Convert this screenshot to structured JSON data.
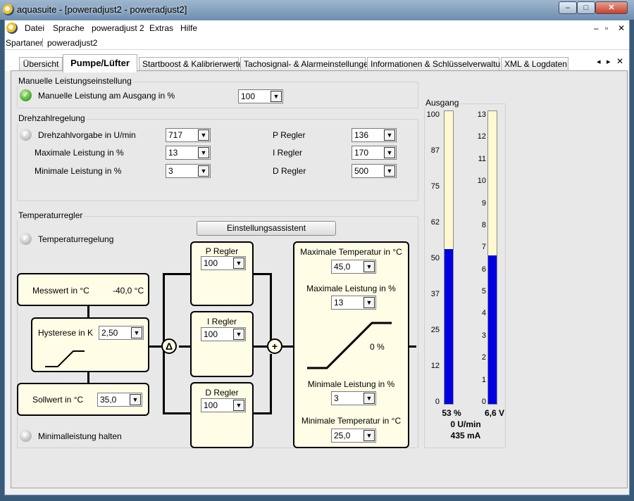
{
  "window": {
    "title": "aquasuite - [poweradjust2 - poweradjust2]",
    "min": "–",
    "max": "□",
    "close": "✕"
  },
  "menu": {
    "items": [
      "Datei",
      "Sprache",
      "poweradjust 2",
      "Extras",
      "Hilfe"
    ],
    "mdi": [
      "–",
      "▫",
      "✕"
    ]
  },
  "breadcrumb": [
    "Spartaner",
    "poweradjust2"
  ],
  "tabs": [
    "Übersicht",
    "Pumpe/Lüfter",
    "Startboost & Kalibrierwerte",
    "Tachosignal- & Alarmeinstellungen",
    "Informationen & Schlüsselverwaltung",
    "XML & Logdaten"
  ],
  "tab_nav": [
    "◂",
    "▸",
    "✕"
  ],
  "manual": {
    "group": "Manuelle Leistungseinstellung",
    "label": "Manuelle Leistung am Ausgang in %",
    "value": "100",
    "enabled": true
  },
  "speed": {
    "group": "Drehzahlregelung",
    "target_label": "Drehzahlvorgabe in U/min",
    "target": "717",
    "max_label": "Maximale Leistung in %",
    "max": "13",
    "min_label": "Minimale Leistung in %",
    "min": "3",
    "p_label": "P Regler",
    "p": "136",
    "i_label": "I Regler",
    "i": "170",
    "d_label": "D Regler",
    "d": "500",
    "enabled": false
  },
  "temp": {
    "group": "Temperaturregler",
    "assistant": "Einstellungsassistent",
    "enable_label": "Temperaturregelung",
    "measured_label": "Messwert in °C",
    "measured": "-40,0 °C",
    "hyst_label": "Hysterese in K",
    "hyst": "2,50",
    "setpoint_label": "Sollwert in °C",
    "setpoint": "35,0",
    "p_label": "P Regler",
    "p": "100",
    "i_label": "I Regler",
    "i": "100",
    "d_label": "D Regler",
    "d": "100",
    "delta": "Δ",
    "plus": "+",
    "max_temp_label": "Maximale Temperatur in °C",
    "max_temp": "45,0",
    "max_power_label": "Maximale Leistung in %",
    "max_power": "13",
    "curve_value": "0 %",
    "min_power_label": "Minimale Leistung in %",
    "min_power": "3",
    "min_temp_label": "Minimale Temperatur in °C",
    "min_temp": "25,0",
    "hold_min_label": "Minimalleistung halten"
  },
  "output": {
    "group": "Ausgang",
    "percent_ticks": [
      "100",
      "87",
      "75",
      "62",
      "50",
      "37",
      "25",
      "12",
      "0"
    ],
    "percent_fill": 0.53,
    "percent_value": "53 %",
    "volt_ticks": [
      "13",
      "12",
      "11",
      "10",
      "9",
      "8",
      "7",
      "6",
      "5",
      "4",
      "3",
      "2",
      "1",
      "0"
    ],
    "volt_fill": 0.508,
    "volt_value": "6,6 V",
    "rpm": "0 U/min",
    "current": "435 mA"
  },
  "colors": {
    "bar_fill": "#0000e0",
    "bar_bg": "#fff8d0",
    "box_bg": "#fffde6"
  }
}
